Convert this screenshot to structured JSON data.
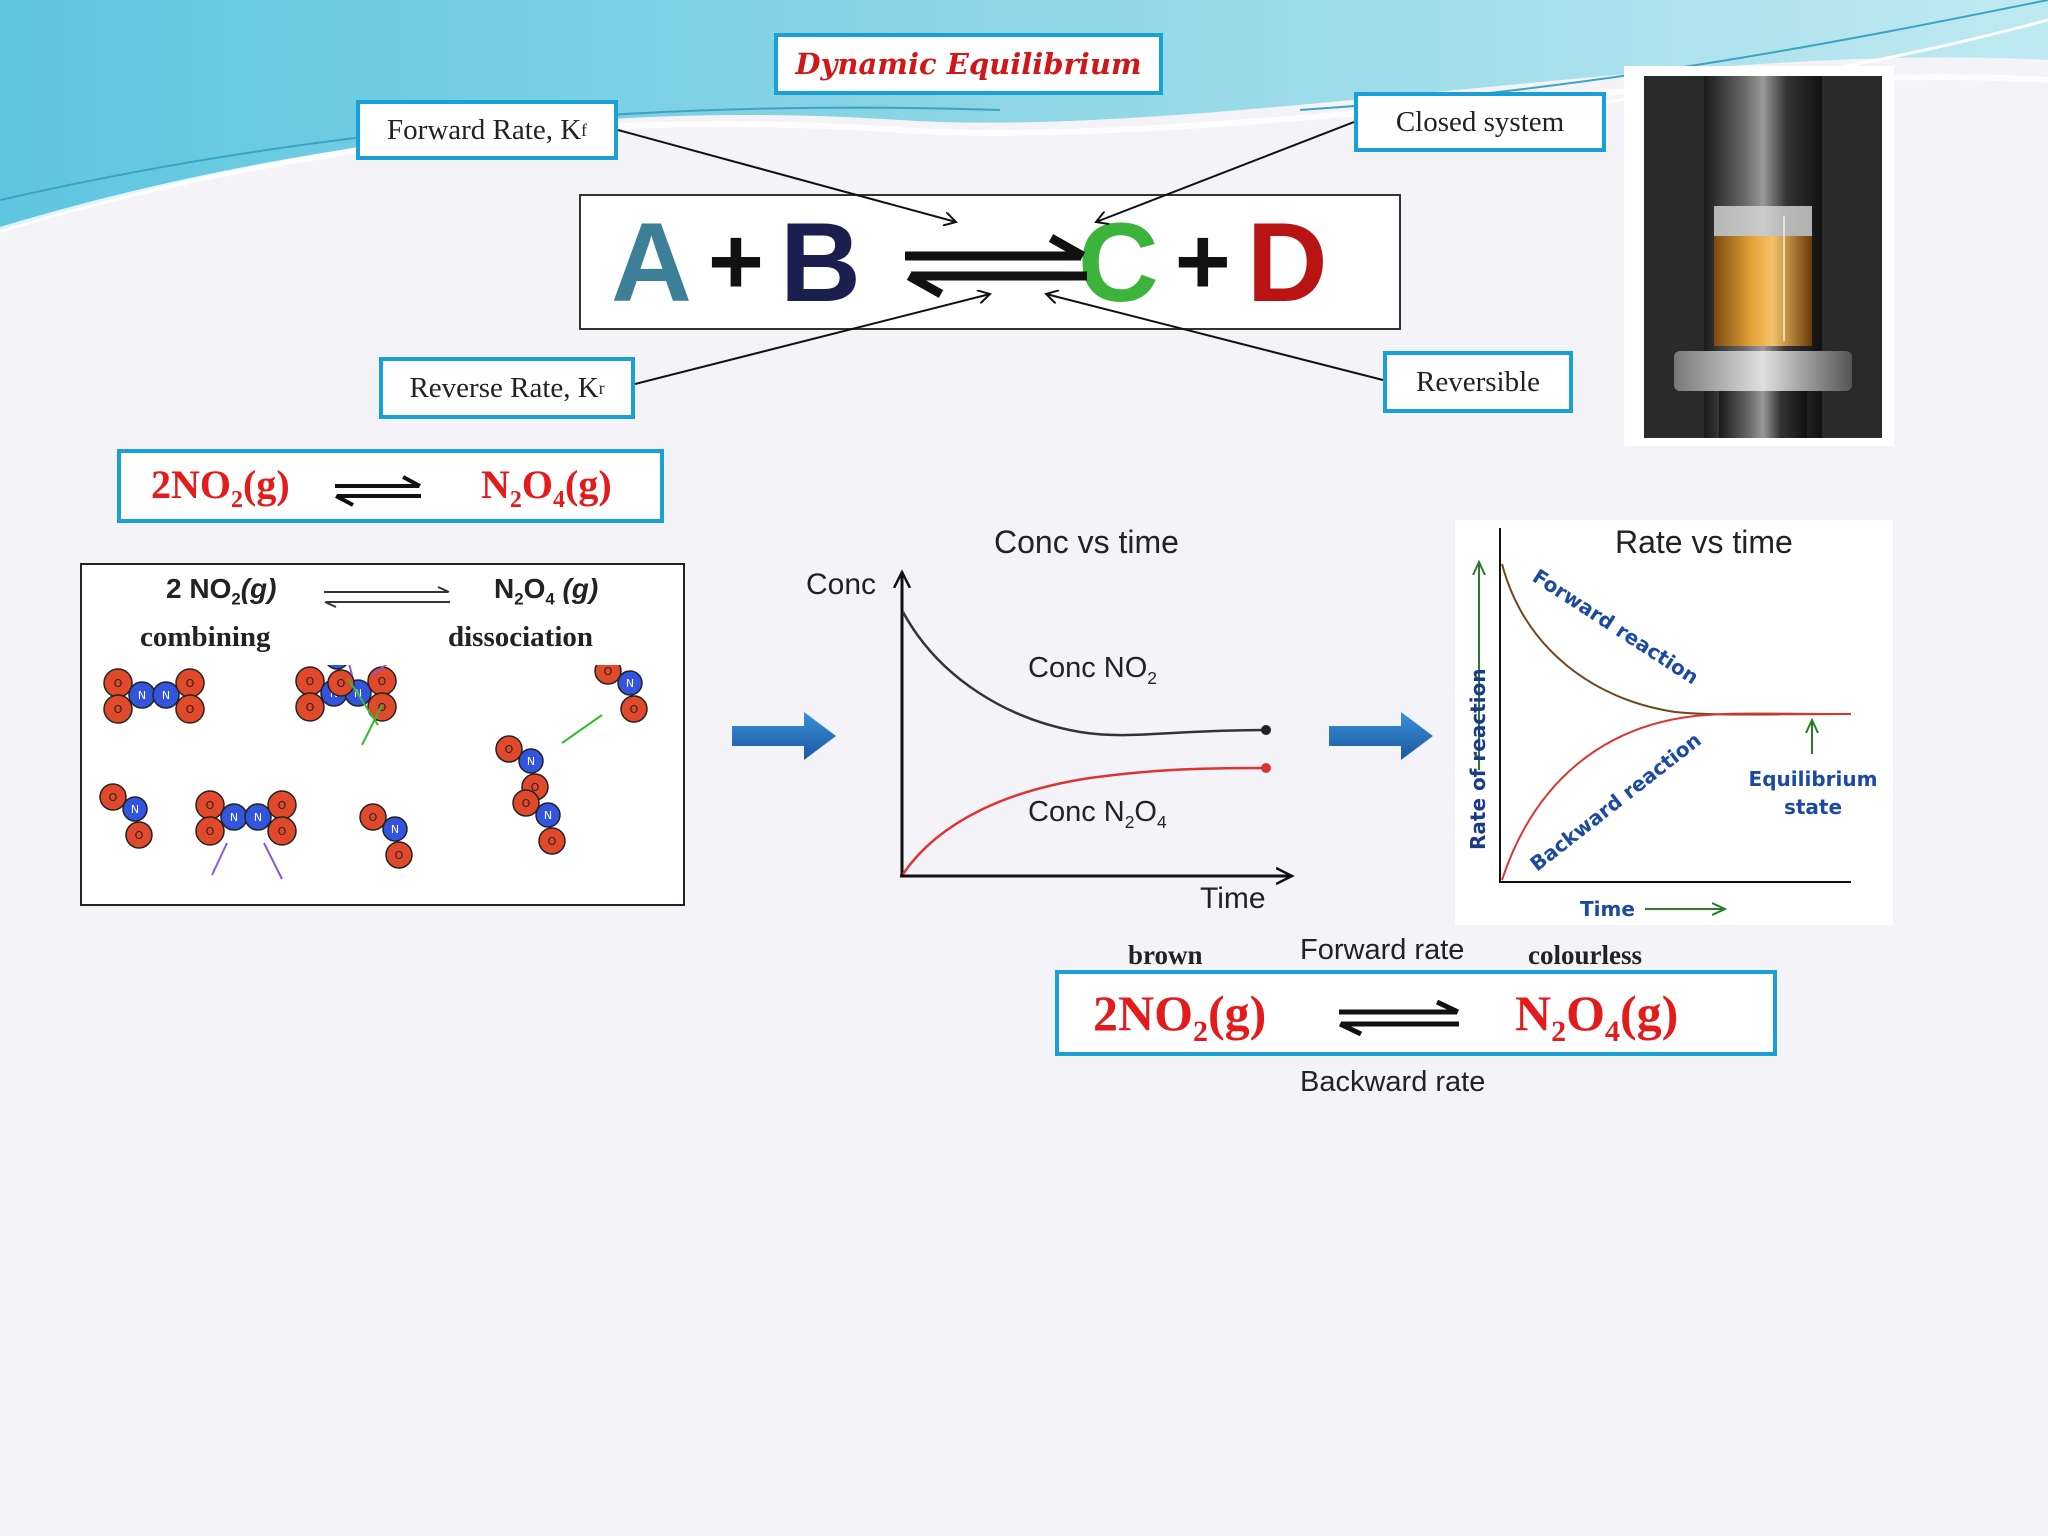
{
  "slide_title": "Dynamic Equilibrium",
  "labels": {
    "forward": "Forward Rate, K",
    "forward_sub": "f",
    "closed": "Closed system",
    "reverse": "Reverse Rate, K",
    "reverse_sub": "r",
    "reversible": "Reversible"
  },
  "generic_reaction": {
    "a": "A",
    "plus1": "+",
    "b": "B",
    "c": "C",
    "plus2": "+",
    "d": "D"
  },
  "reaction1": {
    "left": "2NO",
    "left_sub": "2",
    "left_state": "(g)",
    "right": "N",
    "right_sub1": "2",
    "right_o": "O",
    "right_sub2": "4",
    "right_state": "(g)"
  },
  "molecule_panel": {
    "eq_left": "2 NO",
    "eq_left_sub": "2",
    "eq_left_state": "(g)",
    "eq_right": "N",
    "eq_right_sub1": "2",
    "eq_right_o": "O",
    "eq_right_sub2": "4",
    "eq_right_state": "(g)",
    "left_caption": "combining",
    "right_caption": "dissociation",
    "atom_o": "O",
    "atom_n": "N"
  },
  "conc_chart": {
    "title": "Conc vs time",
    "ylabel": "Conc",
    "xlabel": "Time",
    "series1_label": "Conc NO",
    "series1_sub": "2",
    "series2_label": "Conc N",
    "series2_sub1": "2",
    "series2_o": "O",
    "series2_sub2": "4"
  },
  "rate_chart": {
    "title": "Rate vs time",
    "ylabel": "Rate of reaction",
    "xlabel": "Time",
    "forward_label": "Forward reaction",
    "backward_label": "Backward reaction",
    "eq_label1": "Equilibrium",
    "eq_label2": "state"
  },
  "bottom": {
    "brown": "brown",
    "colourless": "colourless",
    "forward_rate": "Forward rate",
    "backward_rate": "Backward rate"
  },
  "colors": {
    "accent": "#1aa0d8",
    "red": "#e31b1b",
    "arrow": "#1f6fb8",
    "orange": "#e9a63b"
  }
}
